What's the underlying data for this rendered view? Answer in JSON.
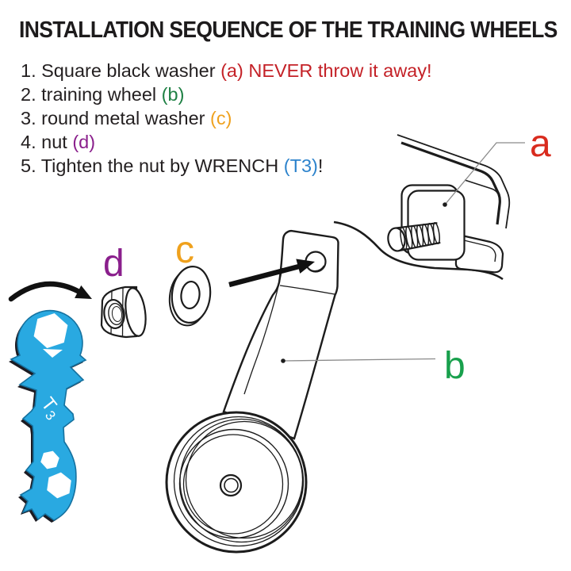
{
  "title": "INSTALLATION SEQUENCE OF THE TRAINING WHEELS",
  "steps": [
    {
      "segments": [
        {
          "text": "1. Square black washer ",
          "color": "#231f20"
        },
        {
          "text": "(a) NEVER throw it away!",
          "color": "#c42127"
        }
      ]
    },
    {
      "segments": [
        {
          "text": "2. training wheel ",
          "color": "#231f20"
        },
        {
          "text": "(b)",
          "color": "#1e8044"
        }
      ]
    },
    {
      "segments": [
        {
          "text": "3. round metal washer ",
          "color": "#231f20"
        },
        {
          "text": "(c)",
          "color": "#efa11d"
        }
      ]
    },
    {
      "segments": [
        {
          "text": "4. nut ",
          "color": "#231f20"
        },
        {
          "text": "(d)",
          "color": "#8a1f8c"
        }
      ]
    },
    {
      "segments": [
        {
          "text": "5. Tighten the nut by WRENCH ",
          "color": "#231f20"
        },
        {
          "text": "(T3)",
          "color": "#2d83cc"
        },
        {
          "text": "!",
          "color": "#231f20"
        }
      ]
    }
  ],
  "labels": {
    "a": {
      "text": "a",
      "color": "#d92b1e"
    },
    "b": {
      "text": "b",
      "color": "#18a04c"
    },
    "c": {
      "text": "c",
      "color": "#efa11d"
    },
    "d": {
      "text": "d",
      "color": "#8a1f8c"
    }
  },
  "wrench": {
    "label_main": "T",
    "label_sub": "3",
    "body_color": "#29a9e1",
    "label_color": "#ffffff"
  }
}
